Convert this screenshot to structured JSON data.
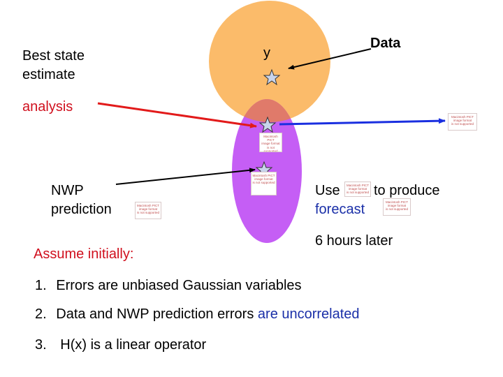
{
  "colors": {
    "data_circle": "#fbbb6a",
    "analysis_overlap": "#e07a6a",
    "prediction_ellipse": "#c55ef5",
    "analysis_arrow": "#e21a1a",
    "forecast_arrow": "#1a2fe0",
    "text_red": "#d0101e",
    "text_blue": "#1a2fa8",
    "star_fill": "#c8d4ec"
  },
  "labels": {
    "best_state_line1": "Best state",
    "best_state_line2": "estimate",
    "analysis": "analysis",
    "y": "y",
    "data": "Data",
    "nwp_line1": "NWP",
    "nwp_line2": "prediction",
    "use": "Use",
    "to_produce": "to produce",
    "forecast": "forecast",
    "six_hours": "6 hours later",
    "assume": "Assume initially:"
  },
  "pict_placeholder": {
    "line1": "Macintosh PICT",
    "line2": "image format",
    "line3": "is not supported"
  },
  "assumptions": [
    {
      "num": "1.",
      "text": "Errors are unbiased Gaussian variables"
    },
    {
      "num": "2.",
      "text_plain": "Data and NWP prediction errors ",
      "text_blue": "are uncorrelated"
    },
    {
      "num": "3.",
      "text": "H(x) is a linear operator"
    }
  ]
}
